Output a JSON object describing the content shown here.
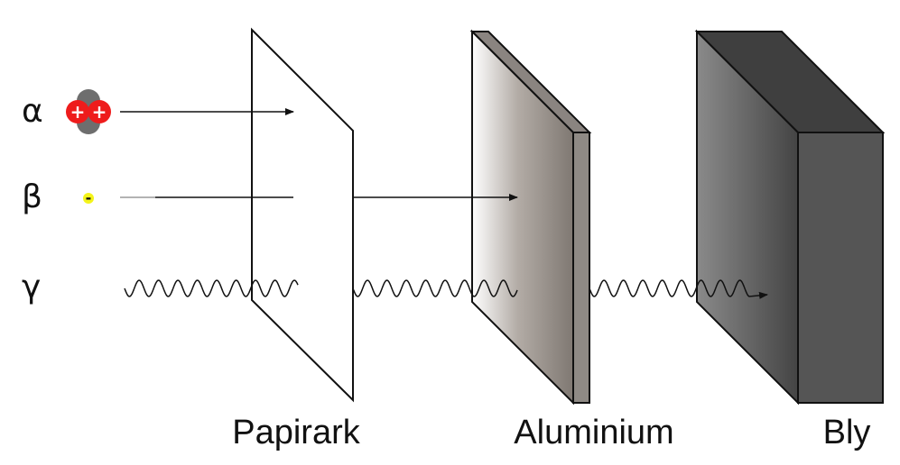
{
  "radiation": {
    "alpha": {
      "symbol": "α",
      "particle_charges": [
        "+",
        "+"
      ]
    },
    "beta": {
      "symbol": "β",
      "particle_charge": "-"
    },
    "gamma": {
      "symbol": "γ"
    }
  },
  "barriers": {
    "paper": {
      "label": "Papirark"
    },
    "aluminium": {
      "label": "Aluminium"
    },
    "lead": {
      "label": "Bly"
    }
  },
  "colors": {
    "alpha_proton": "#ee1c1c",
    "alpha_neutron": "#6e6e6e",
    "beta_particle": "#f4f41a",
    "aluminium_face_light": "#ffffff",
    "aluminium_face_dark": "#7f7872",
    "lead_face_light": "#8a8a8a",
    "lead_face_dark": "#4a4a4a"
  }
}
